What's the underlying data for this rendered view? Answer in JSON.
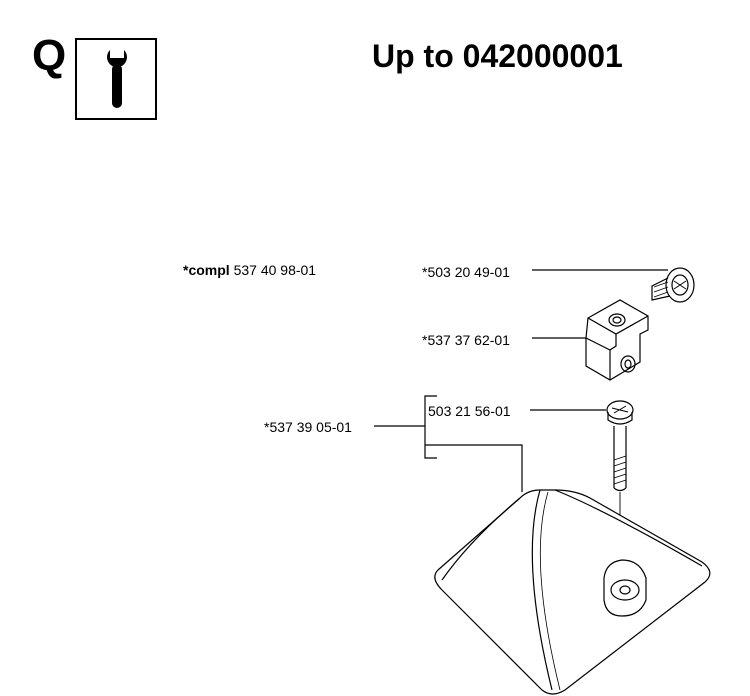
{
  "header": {
    "section_letter": "Q",
    "icon": "wrench-info-icon",
    "title": "Up to 042000001"
  },
  "parts": {
    "assembly": {
      "prefix": "*compl",
      "number": "537 40 98-01"
    },
    "screw_top": {
      "number": "*503 20 49-01"
    },
    "clamp_block": {
      "number": "*537 37 62-01"
    },
    "kit": {
      "number": "*537 39 05-01"
    },
    "screw_long": {
      "number": "503 21 56-01"
    }
  },
  "colors": {
    "ink": "#000000",
    "background": "#ffffff"
  }
}
